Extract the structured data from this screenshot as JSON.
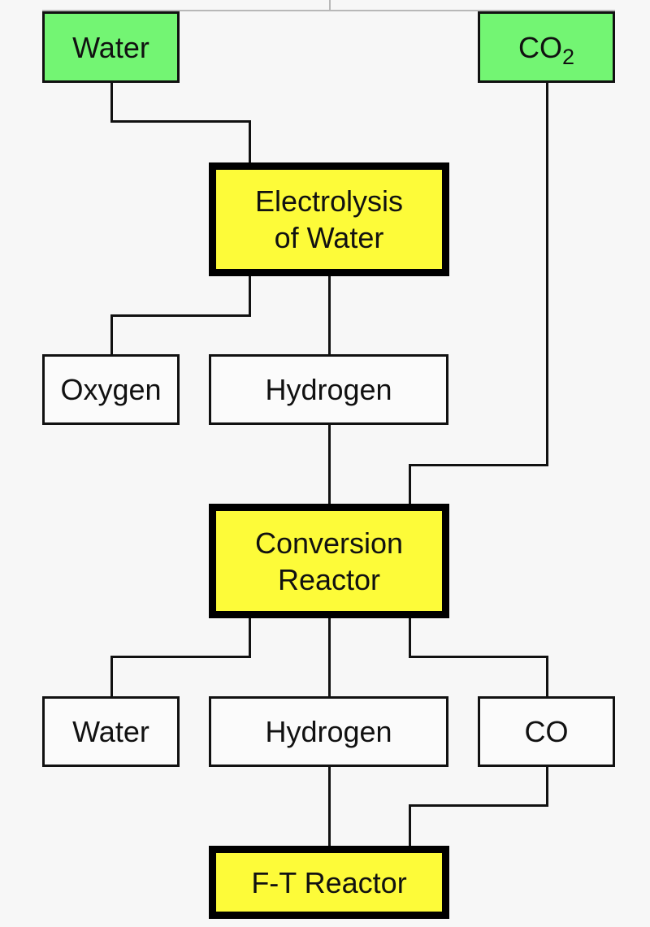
{
  "diagram": {
    "type": "process-flow",
    "inputs": {
      "water": "Water",
      "co2_main": "CO",
      "co2_sub": "2"
    },
    "processes": {
      "electrolysis_line1": "Electrolysis",
      "electrolysis_line2": "of Water",
      "conversion_line1": "Conversion",
      "conversion_line2": "Reactor",
      "ft_reactor": "F-T Reactor"
    },
    "products": {
      "oxygen": "Oxygen",
      "hydrogen_1": "Hydrogen",
      "water_out": "Water",
      "hydrogen_2": "Hydrogen",
      "co": "CO"
    },
    "edges": [
      [
        "Water",
        "Electrolysis of Water"
      ],
      [
        "Electrolysis of Water",
        "Oxygen"
      ],
      [
        "Electrolysis of Water",
        "Hydrogen"
      ],
      [
        "Hydrogen",
        "Conversion Reactor"
      ],
      [
        "CO2",
        "Conversion Reactor"
      ],
      [
        "Conversion Reactor",
        "Water"
      ],
      [
        "Conversion Reactor",
        "Hydrogen"
      ],
      [
        "Conversion Reactor",
        "CO"
      ],
      [
        "Hydrogen",
        "F-T Reactor"
      ],
      [
        "CO",
        "F-T Reactor"
      ]
    ],
    "colors": {
      "input_fill": "#73f573",
      "process_fill": "#fdfb39",
      "product_fill": "#fbfbfb",
      "line": "#111111",
      "background": "#f7f7f7"
    }
  }
}
